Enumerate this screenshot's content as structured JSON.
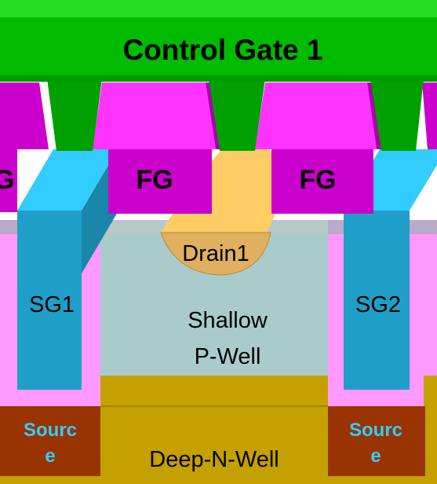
{
  "labels": {
    "control_gate": "Control Gate 1",
    "fg_left_partial": "G",
    "fg_center": "FG",
    "fg_right": "FG",
    "drain": "Drain1",
    "sg1": "SG1",
    "sg2": "SG2",
    "shallow_line1": "Shallow",
    "shallow_line2": "P-Well",
    "source_left_line1": "Sourc",
    "source_left_line2": "e",
    "source_right_line1": "Sourc",
    "source_right_line2": "e",
    "deep_well": "Deep-N-Well"
  },
  "colors": {
    "control_gate": "#00cc00",
    "control_gate_shadow": "#009900",
    "floating_gate": "#cc00cc",
    "floating_gate_top": "#ff33ff",
    "select_gate": "#1f9fc7",
    "select_gate_top": "#33ccff",
    "drain": "#ffcc66",
    "shallow_p_well": "#a9cbcb",
    "deep_n_well": "#c4a000",
    "source": "#993300",
    "source_text": "#33ccff",
    "oxide": "#ff99ff"
  }
}
